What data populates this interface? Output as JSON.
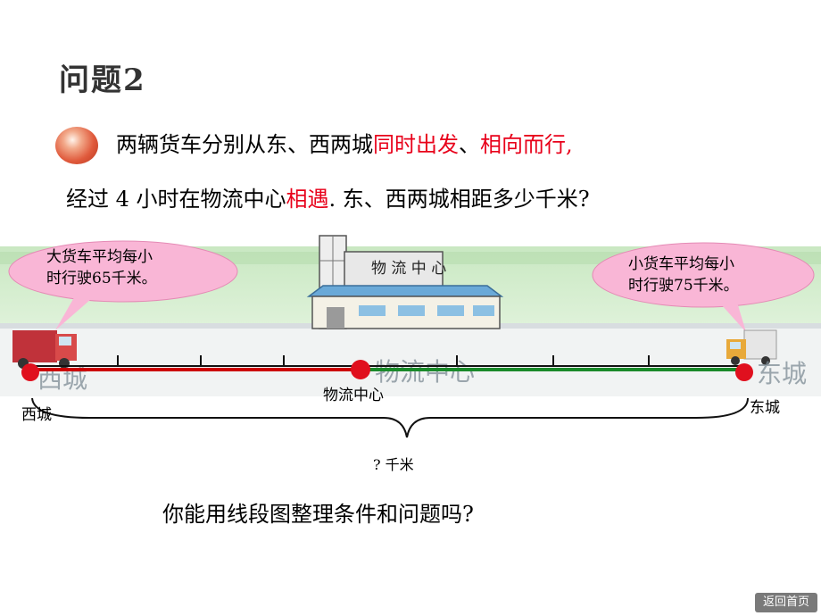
{
  "title": "问题2",
  "problem": {
    "line1_a": "两辆货车分别从东、西两城",
    "line1_b": "同时出发",
    "line1_c": "、",
    "line1_d": "相向而行,",
    "line2_a": "经过 4 小时在物流中心",
    "line2_b": "相遇",
    "line2_c": ". 东、西两城相距多少千米?"
  },
  "bubbles": {
    "left_l1": "大货车平均每小",
    "left_l2": "时行驶65千米。",
    "right_l1": "小货车平均每小",
    "right_l2": "时行驶75千米。"
  },
  "scene": {
    "building_sign": "物 流 中 心",
    "road_west": "西城",
    "road_center": "物流中心",
    "road_east": "东城"
  },
  "labels": {
    "west": "西城",
    "center": "物流中心",
    "east": "东城",
    "total": "? 千米"
  },
  "question": "你能用线段图整理条件和问题吗?",
  "nav": {
    "home": "返回首页"
  },
  "colors": {
    "highlight": "#e8001a",
    "west_segment": "#cc0000",
    "east_segment": "#1a8a2a",
    "bubble": "#f9b6d6"
  }
}
